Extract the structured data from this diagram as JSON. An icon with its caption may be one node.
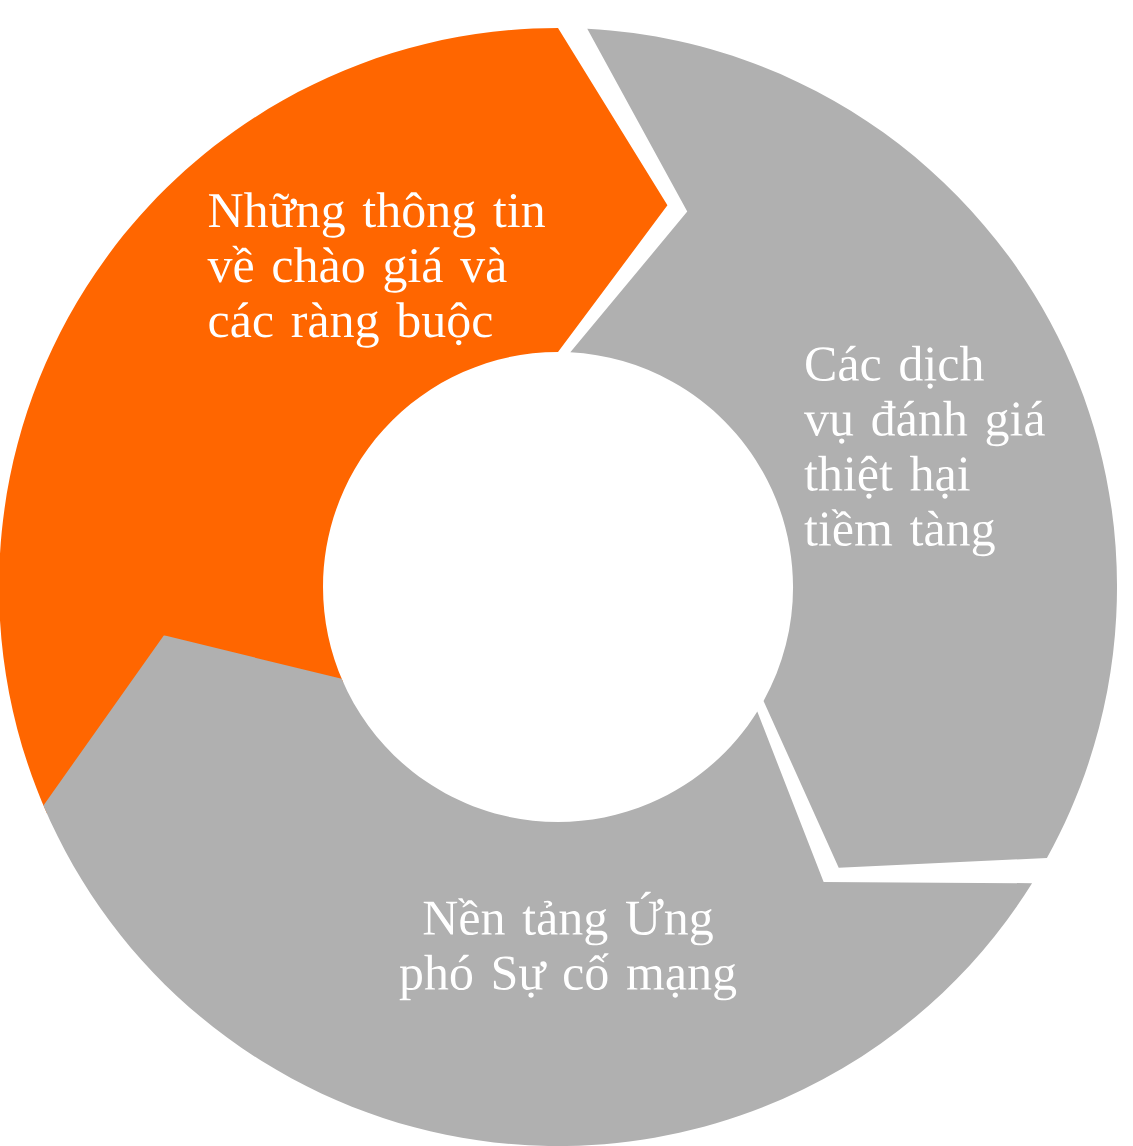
{
  "diagram": {
    "nodes": [
      {
        "text": [
          "Những thông tin về chào giá và các ràng buộc"
        ]
      },
      {
        "text": [
          "Các dịch vụ đánh giá thiệt hại tiềm tàng"
        ]
      },
      {
        "text": [
          "Nền tảng Ứng phó Sự cố mạng"
        ]
      }
    ]
  }
}
